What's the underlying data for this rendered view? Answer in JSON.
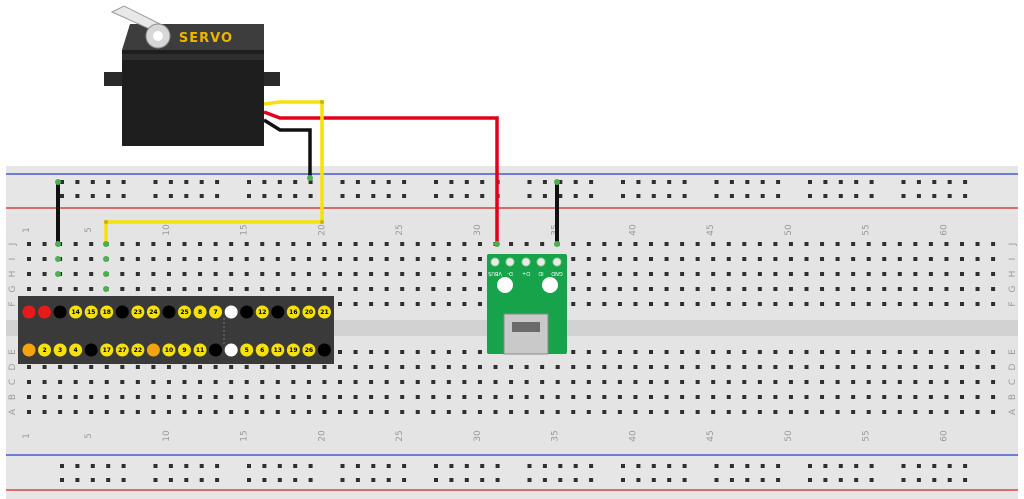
{
  "servo": {
    "label": "SERVO"
  },
  "breadboard": {
    "column_labels": [
      "1",
      "5",
      "10",
      "15",
      "20",
      "25",
      "30",
      "35",
      "40",
      "45",
      "50",
      "55",
      "60"
    ],
    "row_labels_top": [
      "J",
      "I",
      "H",
      "G",
      "F"
    ],
    "row_labels_bottom": [
      "E",
      "D",
      "C",
      "B",
      "A"
    ]
  },
  "gpio_header": {
    "top_row": [
      "",
      "",
      "",
      "14",
      "15",
      "18",
      "",
      "23",
      "24",
      "",
      "25",
      "8",
      "7",
      "",
      "",
      "12",
      "",
      "16",
      "20",
      "21"
    ],
    "bottom_row": [
      "",
      "2",
      "3",
      "4",
      "",
      "17",
      "27",
      "22",
      "",
      "10",
      "9",
      "11",
      "",
      "",
      "5",
      "6",
      "13",
      "19",
      "26",
      ""
    ]
  },
  "usb_breakout": {
    "pin_labels": [
      "VBUS",
      "D-",
      "D+",
      "ID",
      "GND"
    ]
  },
  "colors": {
    "wire_yellow": "#f5e10c",
    "wire_red": "#e3001b",
    "wire_black": "#111111",
    "rail_blue": "#2b3cc8",
    "rail_red": "#d42323",
    "pcb_green": "#17a34a",
    "servo_gold": "#f0b400"
  }
}
